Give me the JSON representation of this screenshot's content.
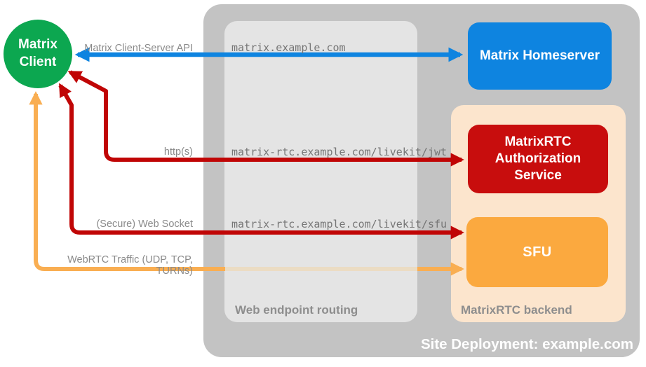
{
  "client": {
    "title": "Matrix Client"
  },
  "containers": {
    "site_deployment": {
      "label": "Site Deployment: example.com"
    },
    "web_endpoint_routing": {
      "label": "Web endpoint routing"
    },
    "matrixrtc_backend": {
      "label": "MatrixRTC backend"
    }
  },
  "nodes": {
    "homeserver": {
      "label": "Matrix Homeserver"
    },
    "auth_service": {
      "label": "MatrixRTC Authorization Service"
    },
    "sfu": {
      "label": "SFU"
    }
  },
  "connections": [
    {
      "label": "Matrix Client-Server API",
      "endpoint": "matrix.example.com"
    },
    {
      "label": "http(s)",
      "endpoint": "matrix-rtc.example.com/livekit/jwt"
    },
    {
      "label": "(Secure) Web Socket",
      "endpoint": "matrix-rtc.example.com/livekit/sfu"
    },
    {
      "label": "WebRTC Traffic (UDP, TCP, TURNs)",
      "endpoint": ""
    }
  ],
  "colors": {
    "client_green": "#0ca750",
    "homeserver_blue": "#0e84e0",
    "auth_red": "#c80d0d",
    "arrow_red": "#c00505",
    "sfu_orange": "#fba93f",
    "arrow_orange": "#f9ae52",
    "arrow_orange_faded": "#ebdcc3",
    "outer_gray": "#c3c3c3",
    "inner_gray": "#e4e4e4",
    "backend_peach": "#fce5cd"
  }
}
